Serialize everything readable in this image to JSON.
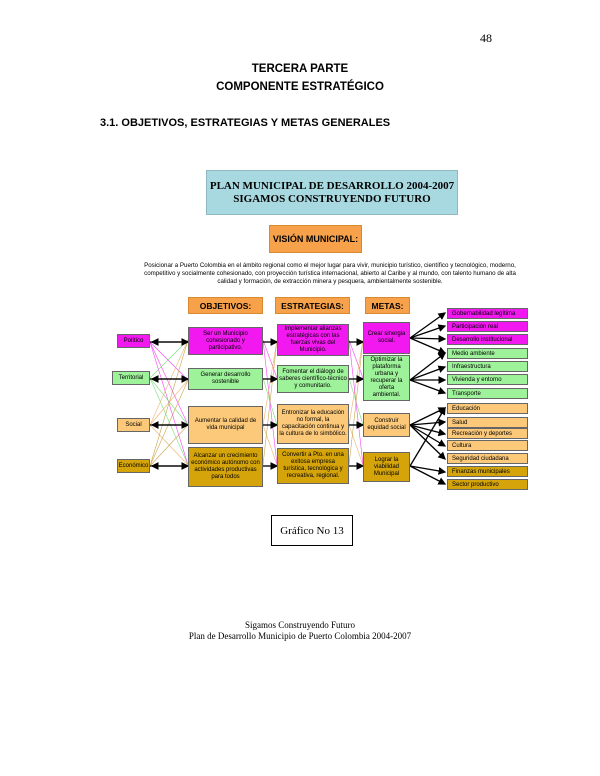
{
  "page_number": "48",
  "heading": {
    "part": "TERCERA PARTE",
    "component": "COMPONENTE ESTRATÉGICO"
  },
  "section_title": "3.1. OBJETIVOS, ESTRATEGIAS Y METAS GENERALES",
  "plan": {
    "line1": "PLAN MUNICIPAL DE DESARROLLO 2004-2007",
    "line2": "SIGAMOS CONSTRUYENDO FUTURO"
  },
  "vision": {
    "label": "VISIÓN MUNICIPAL:",
    "text": "Posicionar a Puerto Colombia en el ámbito regional como el mejor lugar para vivir, municipio turístico, científico y tecnológico, moderno, competitivo y socialmente cohesionado, con proyección turística internacional, abierto al Caribe y al mundo, con talento humano de alta calidad y formación, de extracción minera y pesquera, ambientalmente sostenible."
  },
  "headers": {
    "objetivos": "OBJETIVOS:",
    "estrategias": "ESTRATEGIAS:",
    "metas": "METAS:"
  },
  "dimensions": [
    "Político",
    "Territorial",
    "Social",
    "Económico"
  ],
  "objetivos": [
    "Ser un Municipio cohesionado y participativo.",
    "Generar desarrollo sostenible",
    "Aumentar la calidad de vida municipal",
    "Alcanzar un crecimiento económico autónomo con actividades productivas para todos"
  ],
  "estrategias": [
    "Implementar alianzas estratégicas con las fuerzas vivas del Municipio.",
    "Fomentar el diálogo de saberes científico-técnico y comunitario.",
    "Entronizar la educación no formal, la capacitación continua y la cultura de lo simbólico.",
    "Convertir a Pto. en una exitosa empresa turística, tecnológica y recreativa, regional."
  ],
  "metas": [
    "Crear sinergia social.",
    "Optimizar la plataforma urbana y recuperar la oferta ambiental.",
    "Construir equidad social",
    "Lograr la viabilidad Municipal"
  ],
  "results": {
    "politico": [
      "Gobernabilidad legítima",
      "Participación real",
      "Desarrollo institucional"
    ],
    "territorial": [
      "Medio ambiente",
      "Infraestructura",
      "Vivienda y entorno",
      "Transporte"
    ],
    "social": [
      "Educación",
      "Salud",
      "Recreación y deportes",
      "Cultura",
      "Seguridad ciudadana"
    ],
    "economico": [
      "Finanzas municipales",
      "Sector productivo"
    ]
  },
  "figure_caption": "Gráfico No 13",
  "footer": {
    "line1": "Sigamos Construyendo Futuro",
    "line2": "Plan de Desarrollo Municipio de Puerto Colombia 2004-2007"
  },
  "colors": {
    "politico": "#f218f0",
    "territorial": "#9ef29a",
    "social": "#fcc97a",
    "economico": "#d4a40a",
    "header": "#f7a24a",
    "plan_box": "#a8d8e0"
  }
}
